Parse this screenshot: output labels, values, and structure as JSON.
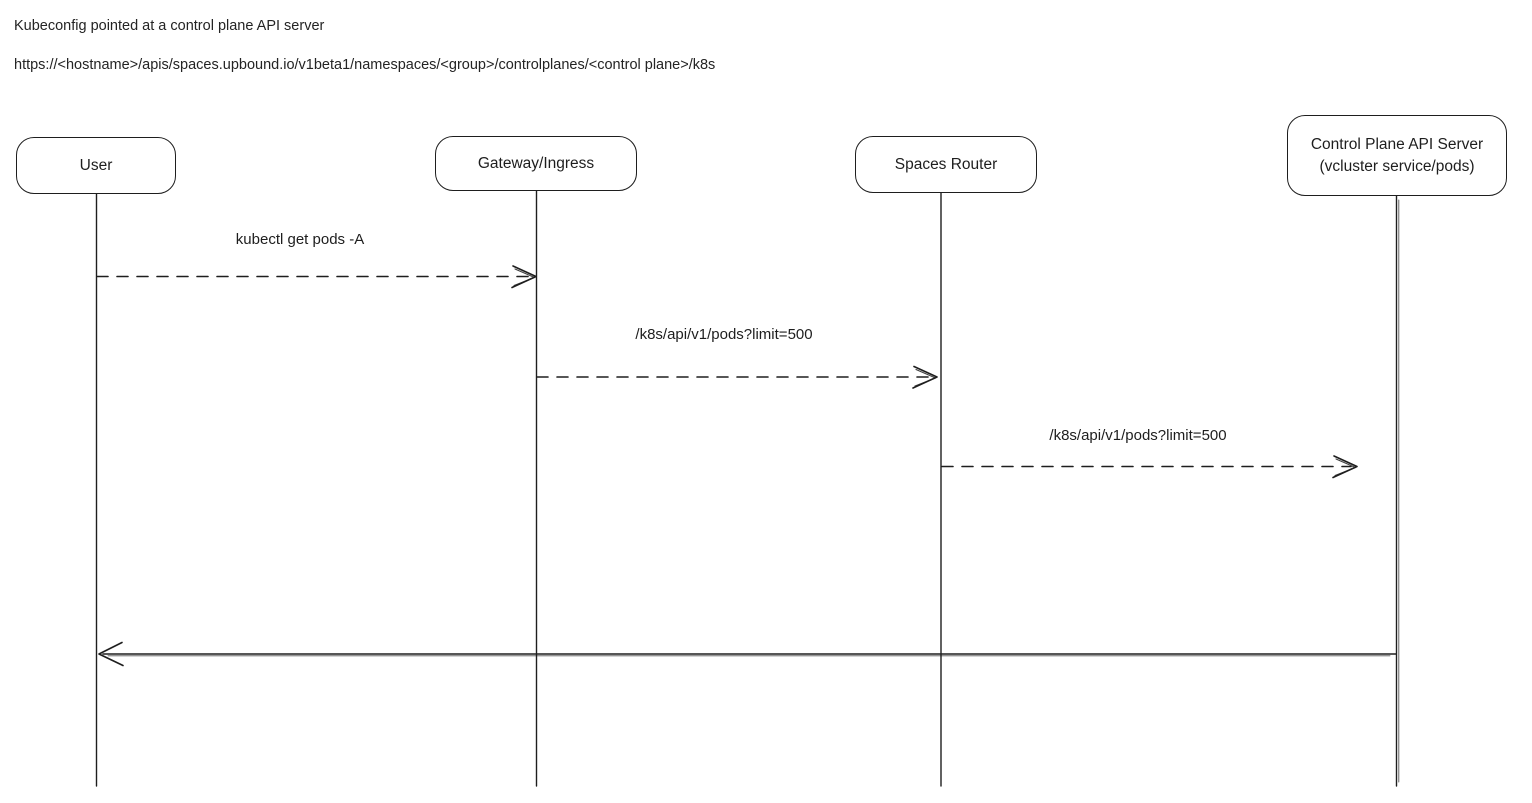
{
  "header": {
    "title": "Kubeconfig pointed at a control plane API server",
    "url": "https://<hostname>/apis/spaces.upbound.io/v1beta1/namespaces/<group>/controlplanes/<control plane>/k8s"
  },
  "diagram": {
    "type": "sequence-diagram",
    "style": "hand-drawn",
    "participants": [
      {
        "id": "user",
        "label": "User"
      },
      {
        "id": "gateway-ingress",
        "label": "Gateway/Ingress"
      },
      {
        "id": "spaces-router",
        "label": "Spaces Router"
      },
      {
        "id": "control-plane-api-server",
        "label": "Control Plane API Server",
        "sublabel": "(vcluster service/pods)"
      }
    ],
    "messages": [
      {
        "from": "user",
        "to": "gateway-ingress",
        "label": "kubectl get pods -A",
        "line": "dashed",
        "direction": "right"
      },
      {
        "from": "gateway-ingress",
        "to": "spaces-router",
        "label": "/k8s/api/v1/pods?limit=500",
        "line": "dashed",
        "direction": "right"
      },
      {
        "from": "spaces-router",
        "to": "control-plane-api-server",
        "label": "/k8s/api/v1/pods?limit=500",
        "line": "dashed",
        "direction": "right"
      },
      {
        "from": "control-plane-api-server",
        "to": "user",
        "label": "",
        "line": "solid",
        "direction": "left"
      }
    ]
  },
  "colors": {
    "stroke": "#1e1e1e",
    "background": "#ffffff"
  }
}
